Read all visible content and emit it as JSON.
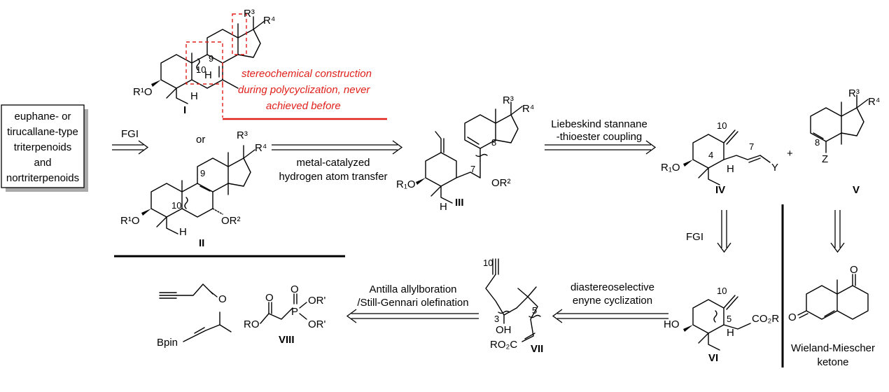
{
  "source_box": {
    "lines": [
      "euphane- or",
      "tirucallane-type",
      "triterpenoids",
      "and",
      "nortriterpenoids"
    ]
  },
  "arrows": {
    "fgi_top": "FGI",
    "or": "or",
    "hat_line1": "metal-catalyzed",
    "hat_line2": "hydrogen atom transfer",
    "stannane_line1": "Liebeskind stannane",
    "stannane_line2": "-thioester coupling",
    "fgi_down": "FGI",
    "enyne_line1": "diastereoselective",
    "enyne_line2": "enyne cyclization",
    "antilla_line1": "Antilla allylboration",
    "antilla_line2": "/Still-Gennari olefination"
  },
  "annotation": {
    "line1": "stereochemical construction",
    "line2": "during polycyclization, never",
    "line3": "achieved before"
  },
  "compounds": {
    "I": "I",
    "II": "II",
    "III": "III",
    "IV": "IV",
    "V": "V",
    "VI": "VI",
    "VII": "VII",
    "VIII": "VIII",
    "wm_line1": "Wieland-Miescher",
    "wm_line2": "ketone"
  },
  "atoms": {
    "R1O": "R¹O",
    "R1O_b": "R₁O",
    "R3": "R³",
    "R4": "R⁴",
    "OR2": "OR²",
    "H": "H",
    "n9": "9",
    "n10": "10",
    "n8": "8",
    "n7": "7",
    "n4": "4",
    "n5": "5",
    "n3": "3",
    "Y": "Y",
    "Z": "Z",
    "plus": "+",
    "O": "O",
    "HO": "HO",
    "CO2R": "CO₂R",
    "RO2C": "RO₂C",
    "OH": "OH",
    "RO": "RO",
    "P": "P",
    "ORp": "OR'",
    "Bpin": "Bpin"
  },
  "colors": {
    "accent": "#e0201b",
    "line": "#000000",
    "box_shadow": "#aaaaaa"
  }
}
